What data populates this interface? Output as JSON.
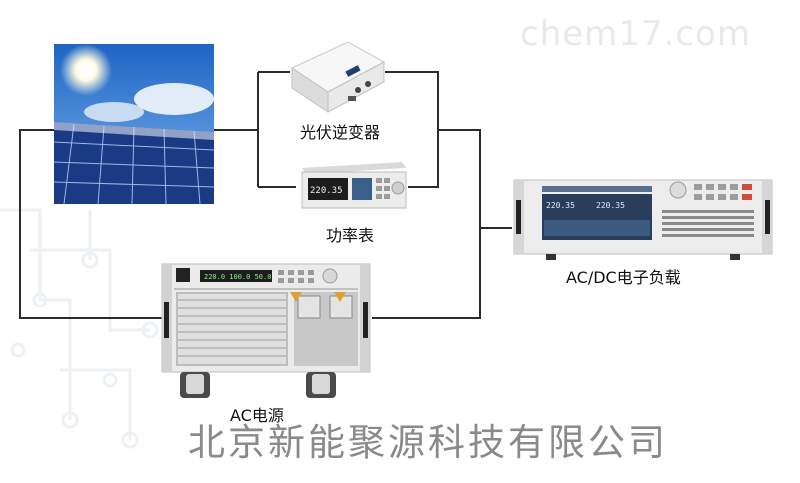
{
  "watermark": "chem17.com",
  "labels": {
    "inverter": "光伏逆变器",
    "power_meter": "功率表",
    "ac_dc_load": "AC/DC电子负载",
    "ac_source": "AC电源"
  },
  "footer": {
    "company": "北京新能聚源科技有限公司"
  },
  "devices": {
    "meter_display": "220.35",
    "load_display_1": "220.35",
    "load_display_2": "220.35",
    "source_display": "220.0 100.0 50.0"
  },
  "colors": {
    "wire": "#2b2b2b",
    "sky": "#2f7fd6",
    "panel": "#1f3f8f",
    "device": "#efefef"
  }
}
